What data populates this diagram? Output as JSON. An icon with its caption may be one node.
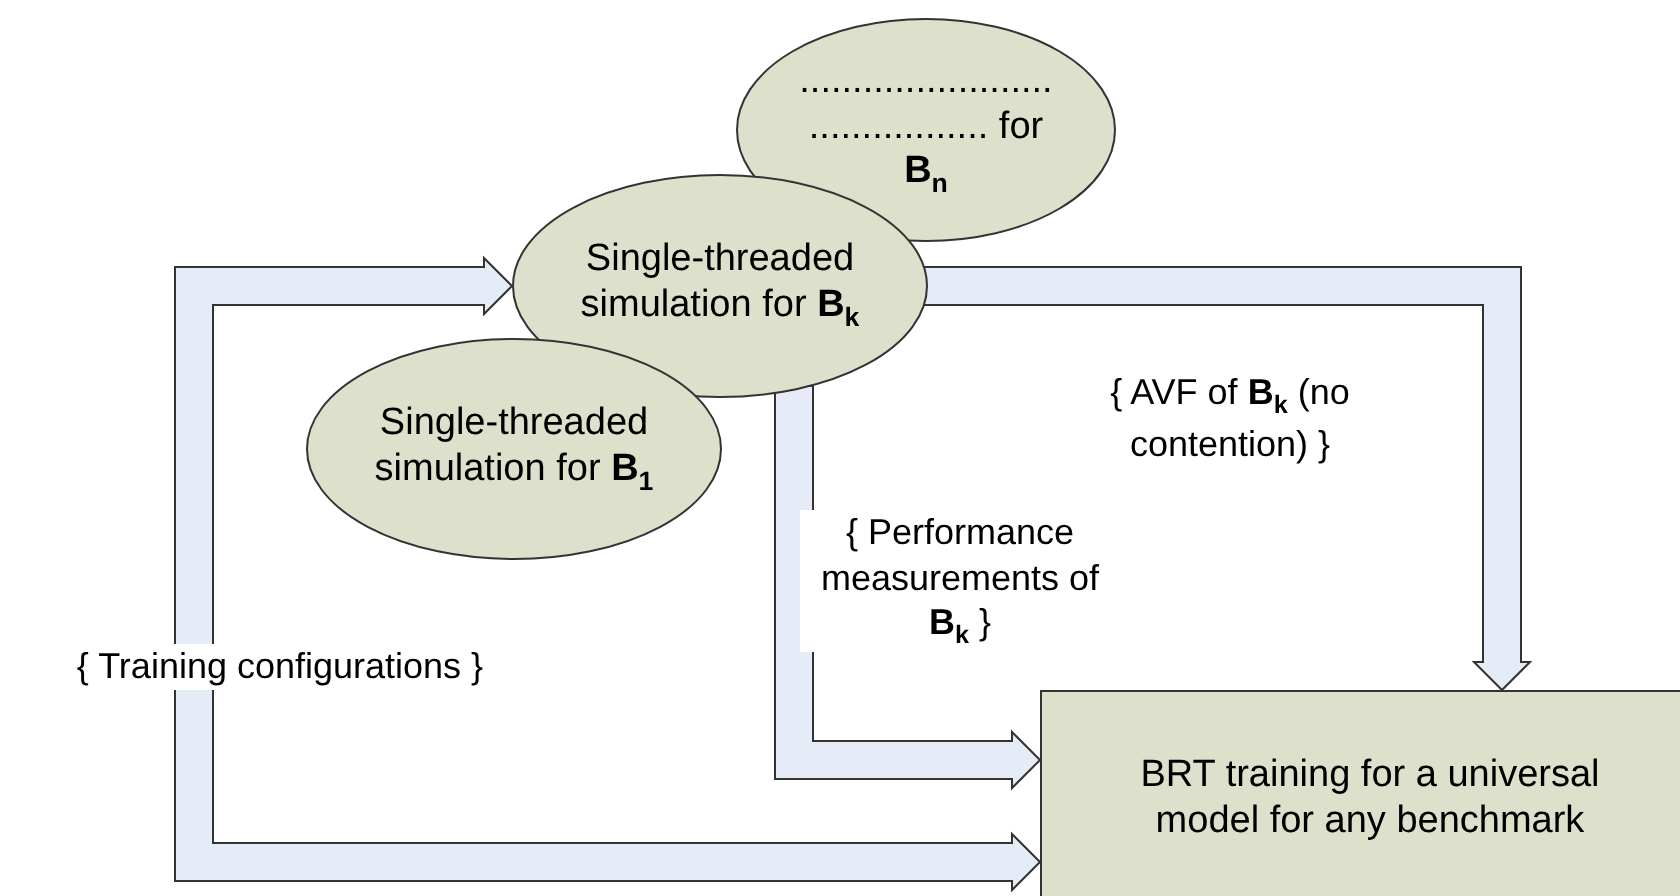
{
  "diagram": {
    "nodes": [
      {
        "text": [
          "........................ ................. for **B**$_{n}$"
        ]
      },
      {
        "text": [
          "Single-threaded simulation for **B**$_{k}$"
        ]
      },
      {
        "text": [
          "Single-threaded simulation for **B**$_{1}$"
        ]
      },
      {
        "text": [
          "BRT training for a universal model for any benchmark"
        ]
      }
    ],
    "edges": [
      {
        "from": 1,
        "to": 3,
        "arrow": "both",
        "label": "{ Training configurations }"
      },
      {
        "from": 1,
        "to": 3,
        "arrow": "to",
        "label": "{ Performance measurements of **B**$_{k}$ }"
      },
      {
        "from": 1,
        "to": 3,
        "arrow": "to",
        "label": "{ AVF of **B**$_{k}$ (no contention) }"
      }
    ]
  }
}
